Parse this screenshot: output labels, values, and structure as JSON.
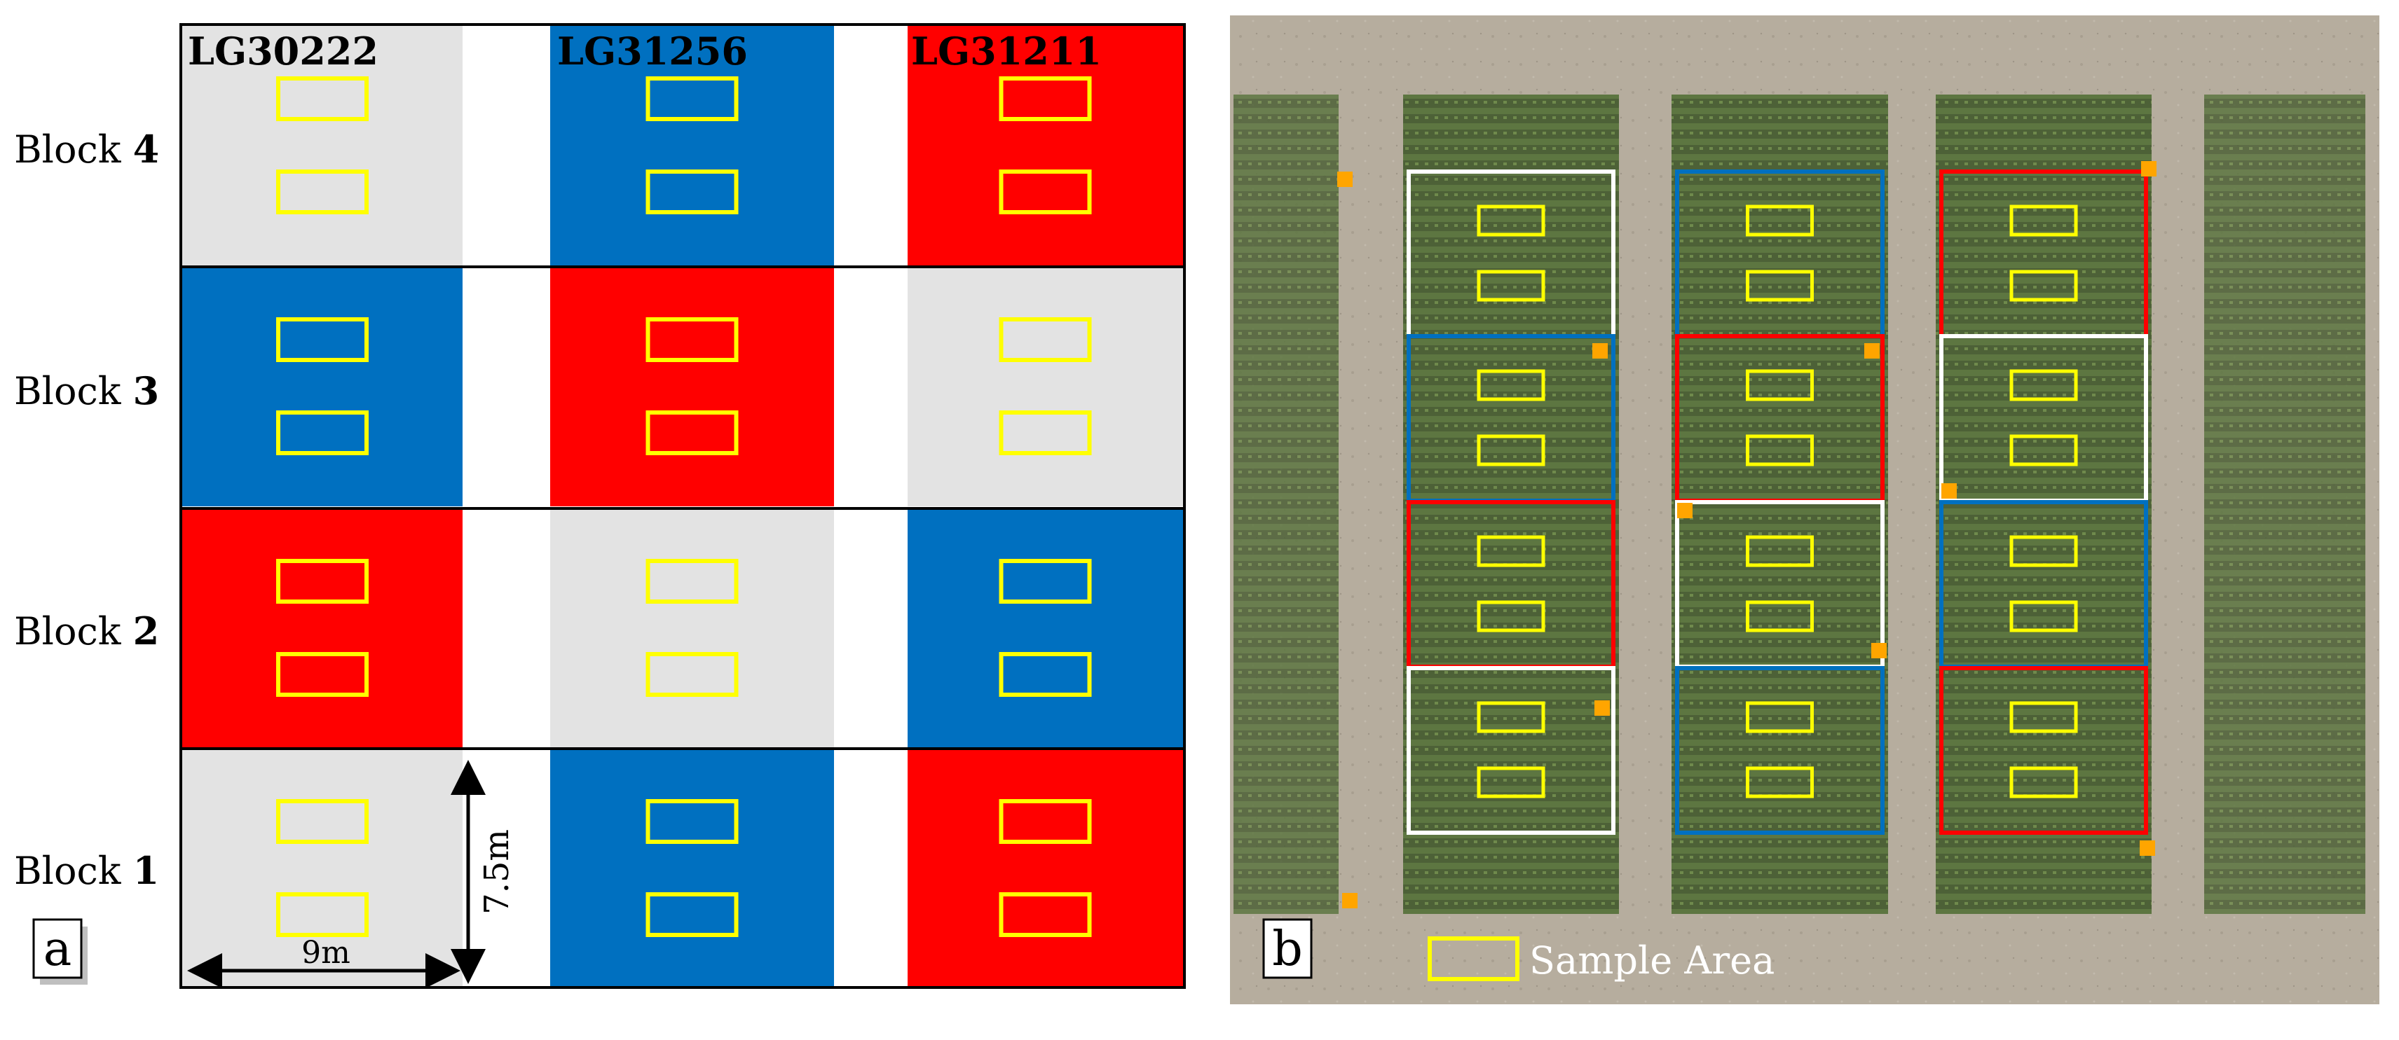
{
  "panel_a": {
    "label": "a",
    "columns": [
      "LG30222",
      "LG31256",
      "LG31211"
    ],
    "row_labels": [
      {
        "prefix": "Block ",
        "num": "4"
      },
      {
        "prefix": "Block ",
        "num": "3"
      },
      {
        "prefix": "Block ",
        "num": "2"
      },
      {
        "prefix": "Block ",
        "num": "1"
      }
    ],
    "layout": [
      [
        "gray",
        "blue",
        "red"
      ],
      [
        "blue",
        "red",
        "gray"
      ],
      [
        "red",
        "gray",
        "blue"
      ],
      [
        "gray",
        "blue",
        "red"
      ]
    ],
    "dim_width": "9m",
    "dim_height": "7.5m"
  },
  "panel_b": {
    "label": "b",
    "legend_label": "Sample Area",
    "layout": [
      [
        "white",
        "blue",
        "red"
      ],
      [
        "blue",
        "red",
        "white"
      ],
      [
        "red",
        "white",
        "blue"
      ],
      [
        "white",
        "blue",
        "red"
      ]
    ]
  },
  "colors": {
    "gray": "#e3e3e3",
    "blue": "#0070c0",
    "red": "#ff0000",
    "white": "#ffffff",
    "sample": "#ffff00",
    "marker": "#ffa500",
    "soil": "#b4ab9c",
    "crop": "#53683a"
  }
}
